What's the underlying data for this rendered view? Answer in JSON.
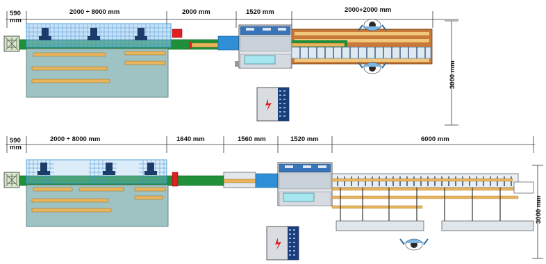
{
  "layout_top": {
    "dims": {
      "d590": "590",
      "d590_unit": "mm",
      "d2000_8000": "2000  ÷ 8000 mm",
      "d2000": "2000  mm",
      "d1520": "1520 mm",
      "d2000_2000": "2000+2000 mm",
      "d3000": "3000 mm"
    }
  },
  "layout_bottom": {
    "dims": {
      "d590": "590",
      "d590_unit": "mm",
      "d2000_8000": "2000  ÷ 8000 mm",
      "d1640": "1640  mm",
      "d1560": "1560 mm",
      "d1520": "1520 mm",
      "d6000": "6000 mm",
      "d3000": "3000 mm"
    }
  },
  "colors": {
    "conveyor_green": "#1f8f3a",
    "blue_accent": "#2f8fd6",
    "table_teal": "#9fc3c3",
    "wood": "#e8b45c",
    "wood_dark": "#b87a2a",
    "red": "#e02020",
    "machine_blue": "#3a74b8"
  },
  "icons": [
    "operator-icon",
    "electrical-cabinet-icon",
    "lightning-icon",
    "loading-station-icon"
  ]
}
